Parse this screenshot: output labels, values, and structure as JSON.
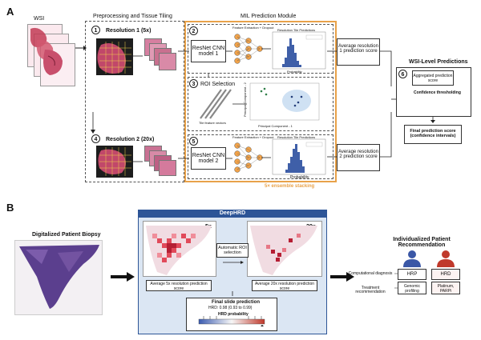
{
  "panel_a": {
    "letter": "A",
    "wsi_label": "WSI",
    "preproc_title": "Preprocessing and Tissue Tiling",
    "mil_title": "MIL Prediction Module",
    "res1_label": "Resolution 1 (5x)",
    "res2_label": "Resolution 2 (20x)",
    "step1": "1",
    "step2": "2",
    "step3": "3",
    "step4": "4",
    "step5": "5",
    "step6": "6",
    "model1": "ResNet CNN model 1",
    "model2": "ResNet CNN model 2",
    "feature_extract": "Feature Extraction + Dropout",
    "roi_title": "ROI Selection",
    "tile_feature_vectors": "Tile feature vectors",
    "pc1": "Principal Component - 1",
    "pc2": "Principal Component - 2",
    "hist_title": "Resolution Tile Predictions",
    "hist_xlabel": "Probability",
    "hist_ylabel": "Number of tiles",
    "avg1": "Average resolution 1 prediction score",
    "avg2": "Average resolution 2 prediction score",
    "ensemble": "5× ensemble stacking",
    "wsi_pred_title": "WSI-Level Predictions",
    "aggregated": "Aggregated prediction score",
    "confidence": "Confidence thresholding",
    "final": "Final prediction score (confidence intervals)"
  },
  "panel_b": {
    "letter": "B",
    "biopsy_label": "Digitalized Patient Biopsy",
    "deephrd": "DeepHRD",
    "mag5": "5x",
    "mag20": "20x",
    "auto_roi": "Automatic ROI selection",
    "avg5": "Average 5x resolution prediction score",
    "avg20": "Average 20x resolution prediction score",
    "final_slide": "Final slide prediction",
    "hrd_value": "HRD: 0.98 (0.93 to 0.99)",
    "hrd_prob": "HRD probability",
    "indiv_title": "Individualized Patient Recommendation",
    "comp_diag": "Computational diagnosis",
    "treat_rec": "Treatment recommendation",
    "hrp": "HRP",
    "hrd": "HRD",
    "genomic": "Genomic profiling",
    "platinum": "Platinum, PARPi"
  },
  "colors": {
    "orange": "#e8a24a",
    "blue_header": "#2d5597",
    "blue_panel": "#dbe6f3",
    "hrp_blue": "#3a57a6",
    "hrd_red": "#c0392b",
    "hist_bar": "#3f5fa8"
  }
}
